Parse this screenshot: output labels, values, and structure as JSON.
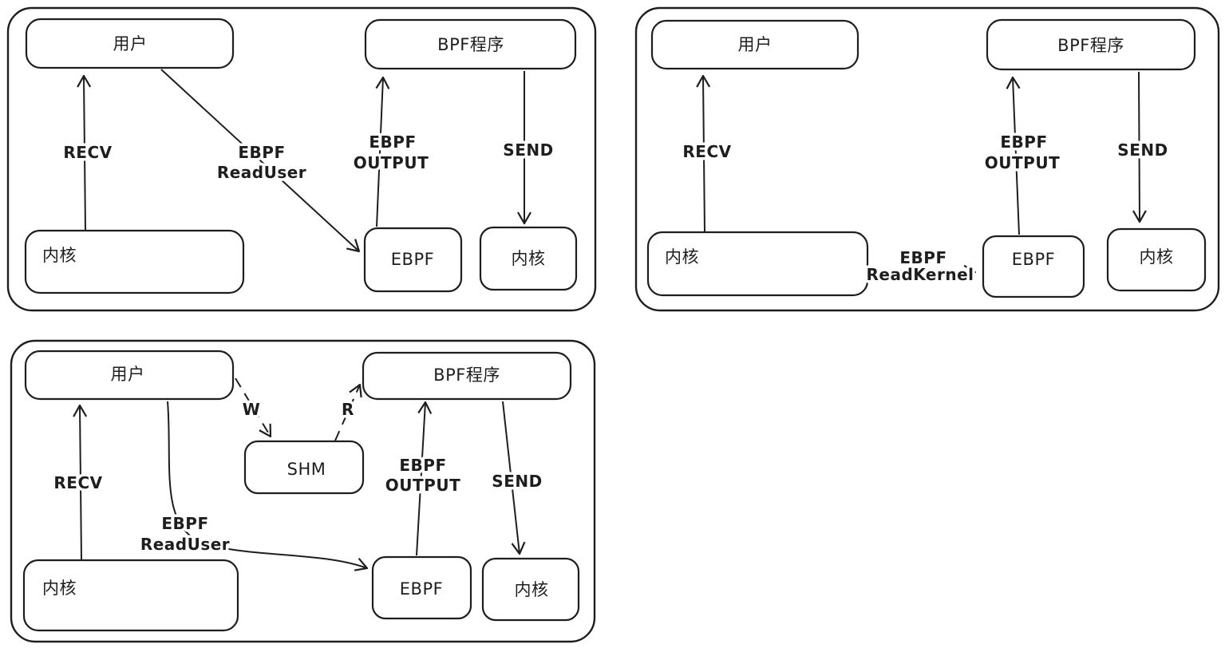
{
  "colors": {
    "stroke": "#1e1e1e",
    "background": "#ffffff"
  },
  "panels": {
    "top_left": {
      "nodes": {
        "user": "用户",
        "bpf_program": "BPF程序",
        "kernel": "内核",
        "ebpf": "EBPF",
        "kernel_right": "内核"
      },
      "edges": {
        "recv": "RECV",
        "read_user": {
          "line1": "EBPF",
          "line2": "ReadUser"
        },
        "ebpf_output": {
          "line1": "EBPF",
          "line2": "OUTPUT"
        },
        "send": "SEND"
      }
    },
    "top_right": {
      "nodes": {
        "user": "用户",
        "bpf_program": "BPF程序",
        "kernel": "内核",
        "ebpf": "EBPF",
        "kernel_right": "内核"
      },
      "edges": {
        "recv": "RECV",
        "read_kernel": {
          "line1": "EBPF",
          "line2": "ReadKernel"
        },
        "ebpf_output": {
          "line1": "EBPF",
          "line2": "OUTPUT"
        },
        "send": "SEND"
      }
    },
    "bottom_left": {
      "nodes": {
        "user": "用户",
        "bpf_program": "BPF程序",
        "shm": "SHM",
        "kernel": "内核",
        "ebpf": "EBPF",
        "kernel_right": "内核"
      },
      "edges": {
        "recv": "RECV",
        "write": "W",
        "read": "R",
        "read_user": {
          "line1": "EBPF",
          "line2": "ReadUser"
        },
        "ebpf_output": {
          "line1": "EBPF",
          "line2": "OUTPUT"
        },
        "send": "SEND"
      }
    }
  }
}
